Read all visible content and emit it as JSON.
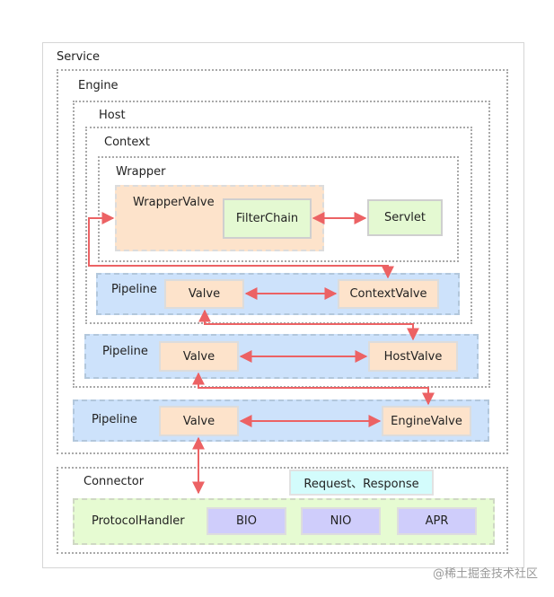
{
  "service": {
    "label": "Service"
  },
  "engine": {
    "label": "Engine",
    "pipeline": {
      "label": "Pipeline",
      "valve": "Valve",
      "basic_valve": "EngineValve"
    }
  },
  "host": {
    "label": "Host",
    "pipeline": {
      "label": "Pipeline",
      "valve": "Valve",
      "basic_valve": "HostValve"
    }
  },
  "context": {
    "label": "Context",
    "pipeline": {
      "label": "Pipeline",
      "valve": "Valve",
      "basic_valve": "ContextValve"
    }
  },
  "wrapper": {
    "label": "Wrapper",
    "wrapper_valve": "WrapperValve",
    "filter_chain": "FilterChain",
    "servlet": "Servlet"
  },
  "connector": {
    "label": "Connector",
    "request_response": "Request、Response",
    "protocol_handler": {
      "label": "ProtocolHandler",
      "items": [
        "BIO",
        "NIO",
        "APR"
      ]
    }
  },
  "watermark": "@稀土掘金技术社区",
  "colors": {
    "arrow": "#ec6264",
    "pipeline_fill": "#cde2fb",
    "valve_fill": "#fde3cb",
    "green_fill": "#e4f9d2",
    "purple_fill": "#cfcdfb",
    "cyan_fill": "#d3fcfc"
  }
}
